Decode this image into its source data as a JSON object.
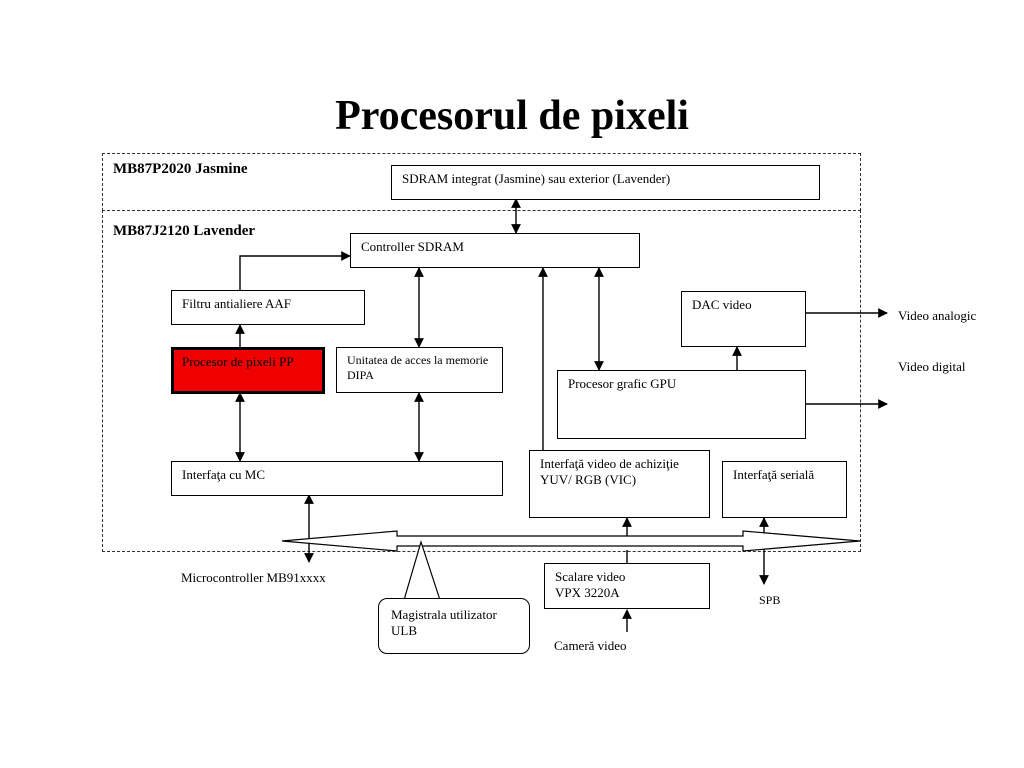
{
  "title": "Procesorul de pixeli",
  "regions": {
    "jasmine": "MB87P2020 Jasmine",
    "lavender": "MB87J2120 Lavender"
  },
  "blocks": {
    "sdram_ext": "SDRAM integrat (Jasmine) sau exterior (Lavender)",
    "sdram_ctrl": "Controller SDRAM",
    "aaf": "Filtru antialiere AAF",
    "pp": "Procesor de pixeli PP",
    "dipa": "Unitatea de acces la memorie DIPA",
    "dac": "DAC video",
    "gpu": "Procesor grafic GPU",
    "mc": "Interfaţa cu MC",
    "vic_line1": "Interfaţă video de achiziţie",
    "vic_line2": "YUV/ RGB (VIC)",
    "serial": "Interfaţă serială",
    "scaler_line1": "Scalare video",
    "scaler_line2": "VPX 3220A"
  },
  "callout": {
    "line1": "Magistrala utilizator",
    "line2": "ULB"
  },
  "labels": {
    "video_analog": "Video analogic",
    "video_digital": "Video digital",
    "microcontroller": "Microcontroller MB91xxxx",
    "spb": "SPB",
    "camera": "Cameră video"
  },
  "colors": {
    "pp_fill": "#f00000"
  }
}
